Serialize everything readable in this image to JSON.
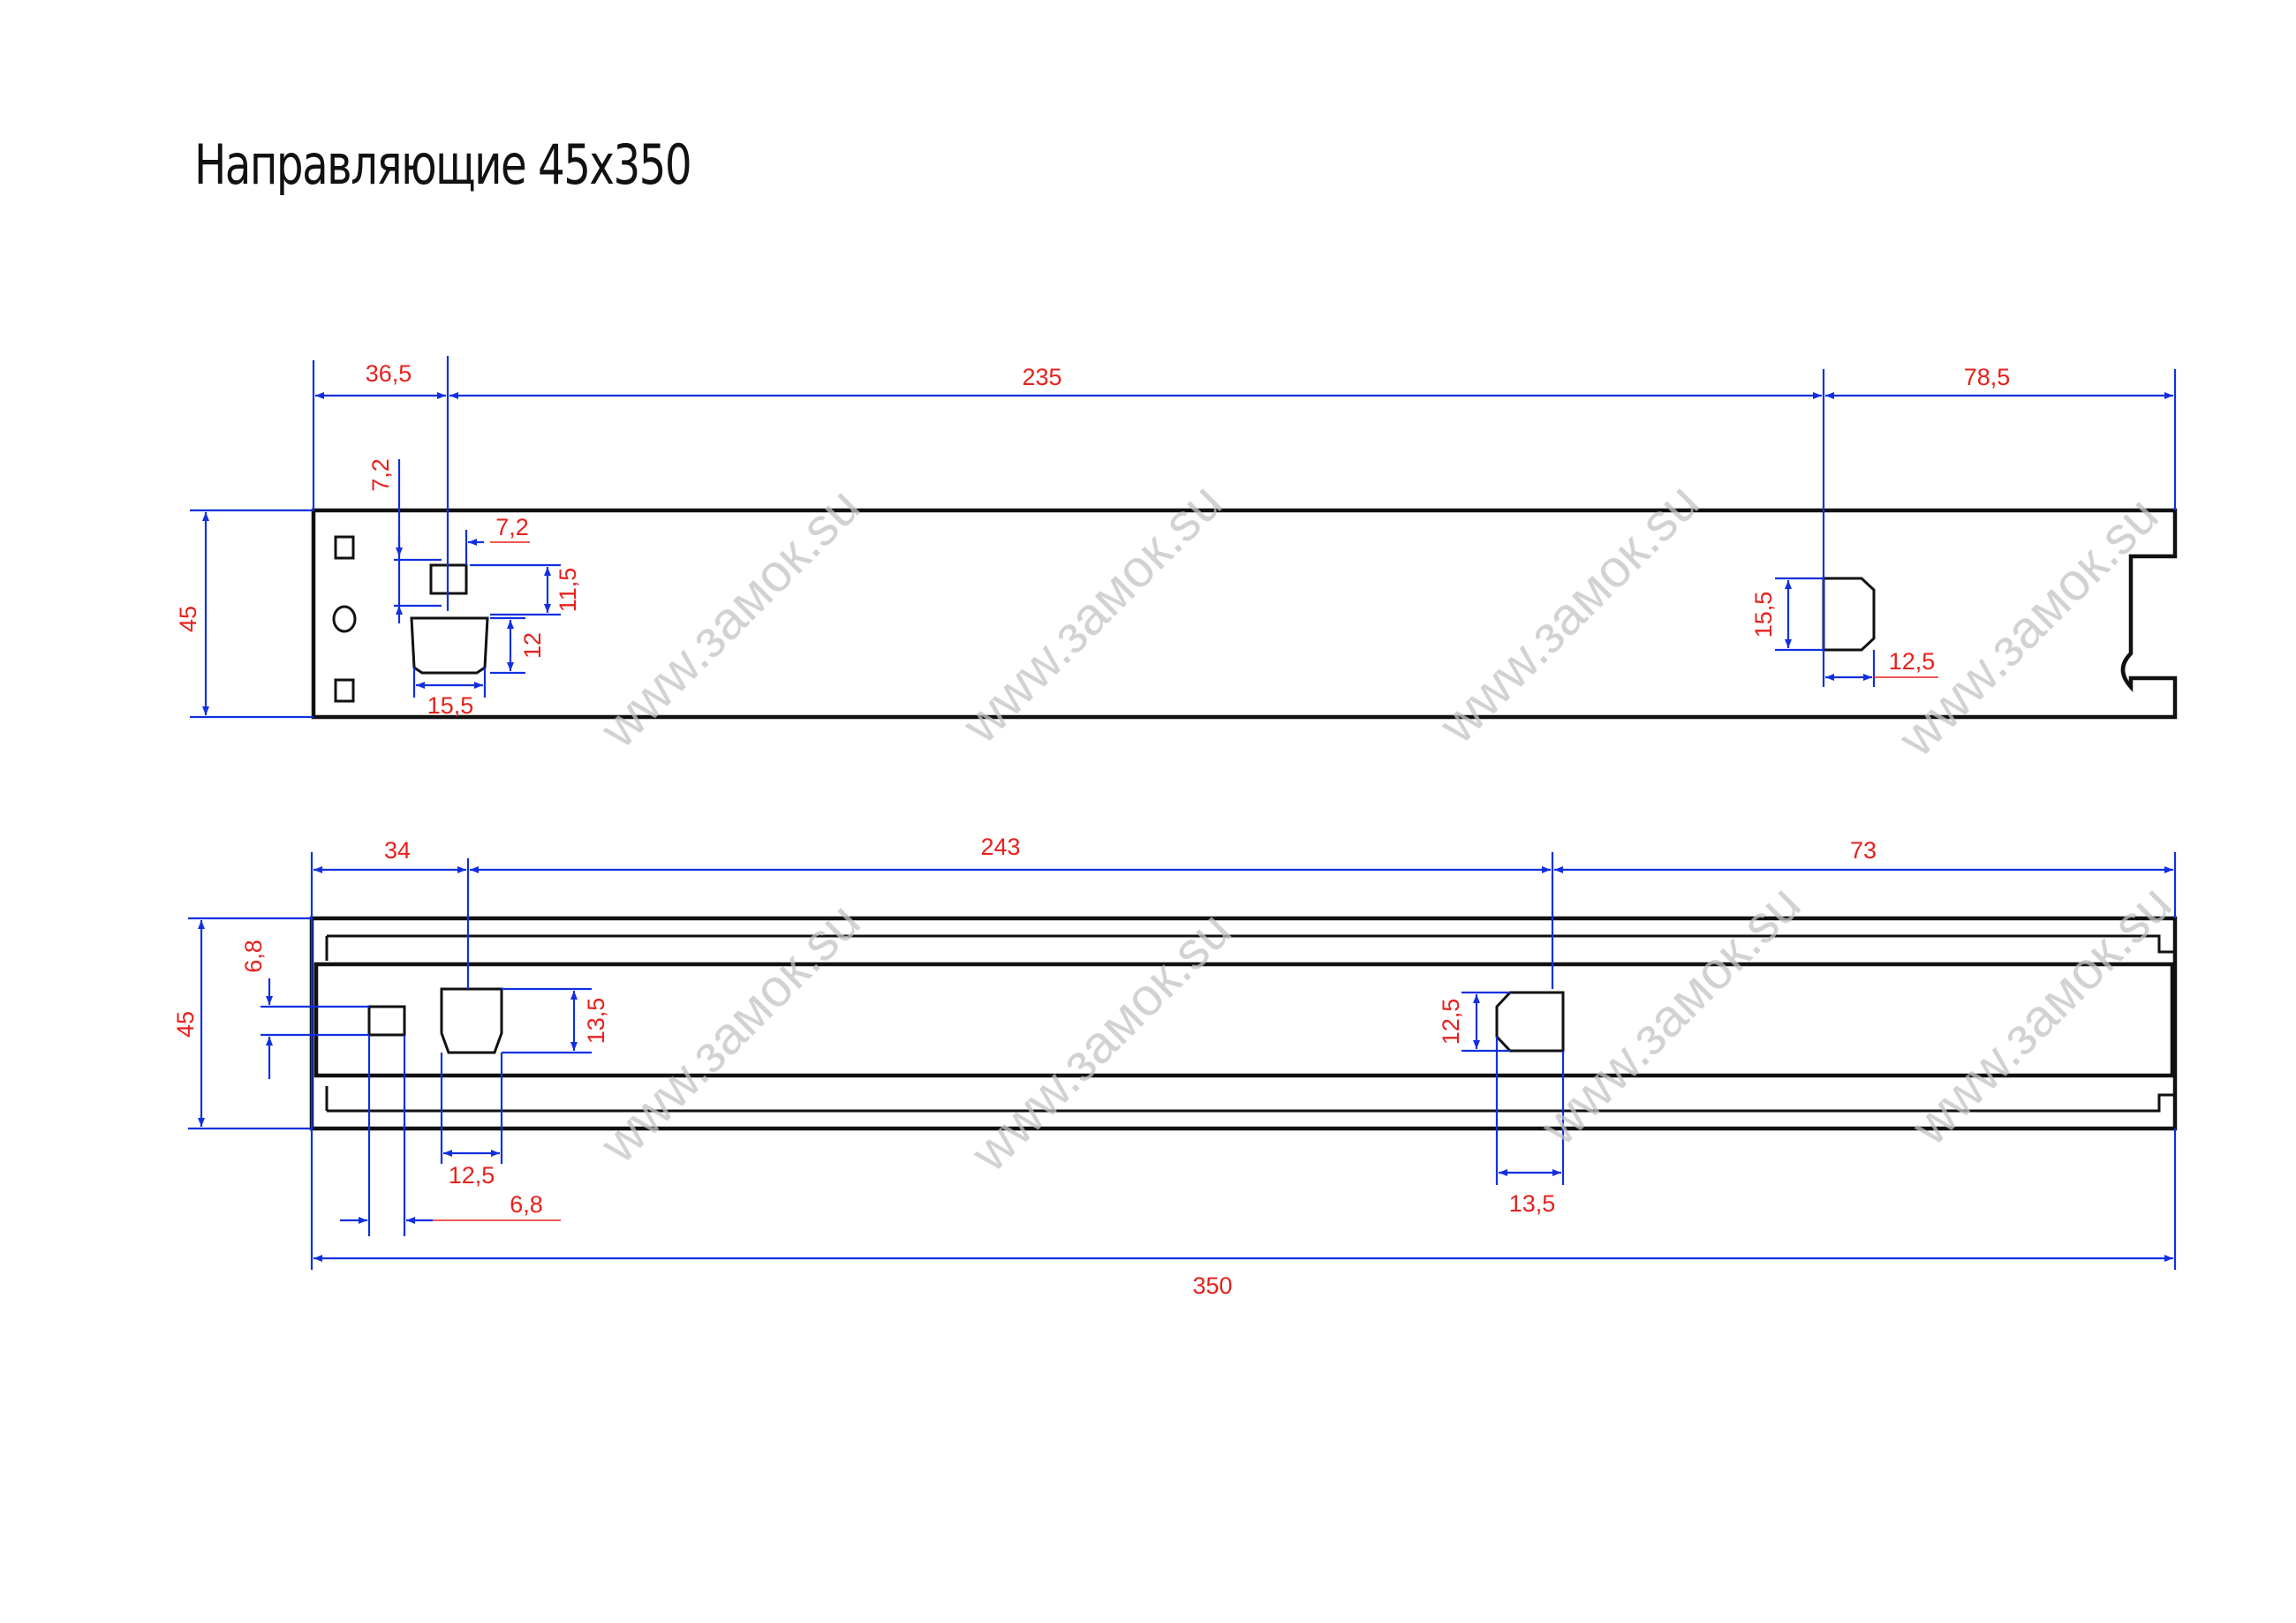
{
  "title": "Направляющие 45х350",
  "watermark": "www.замок.su",
  "colors": {
    "dimension_text": "#e8201c",
    "dimension_line": "#1030e0",
    "outline": "#111111",
    "watermark": "#c4c4c4"
  },
  "views": {
    "top": {
      "dims": {
        "d1": "36,5",
        "d2": "235",
        "d3": "78,5",
        "height": "45",
        "hole_v": "7,2",
        "hole_h": "7,2",
        "spacing": "11,5",
        "tab_h": "12",
        "tab_w": "15,5",
        "right_tab_h": "15,5",
        "right_tab_w": "12,5"
      }
    },
    "bottom": {
      "dims": {
        "d1": "34",
        "d2": "243",
        "d3": "73",
        "height": "45",
        "hole_v": "6,8",
        "tab_h": "13,5",
        "tab_w": "12,5",
        "hole_h": "6,8",
        "right_tab_h": "12,5",
        "right_tab_w": "13,5",
        "total": "350"
      }
    }
  }
}
